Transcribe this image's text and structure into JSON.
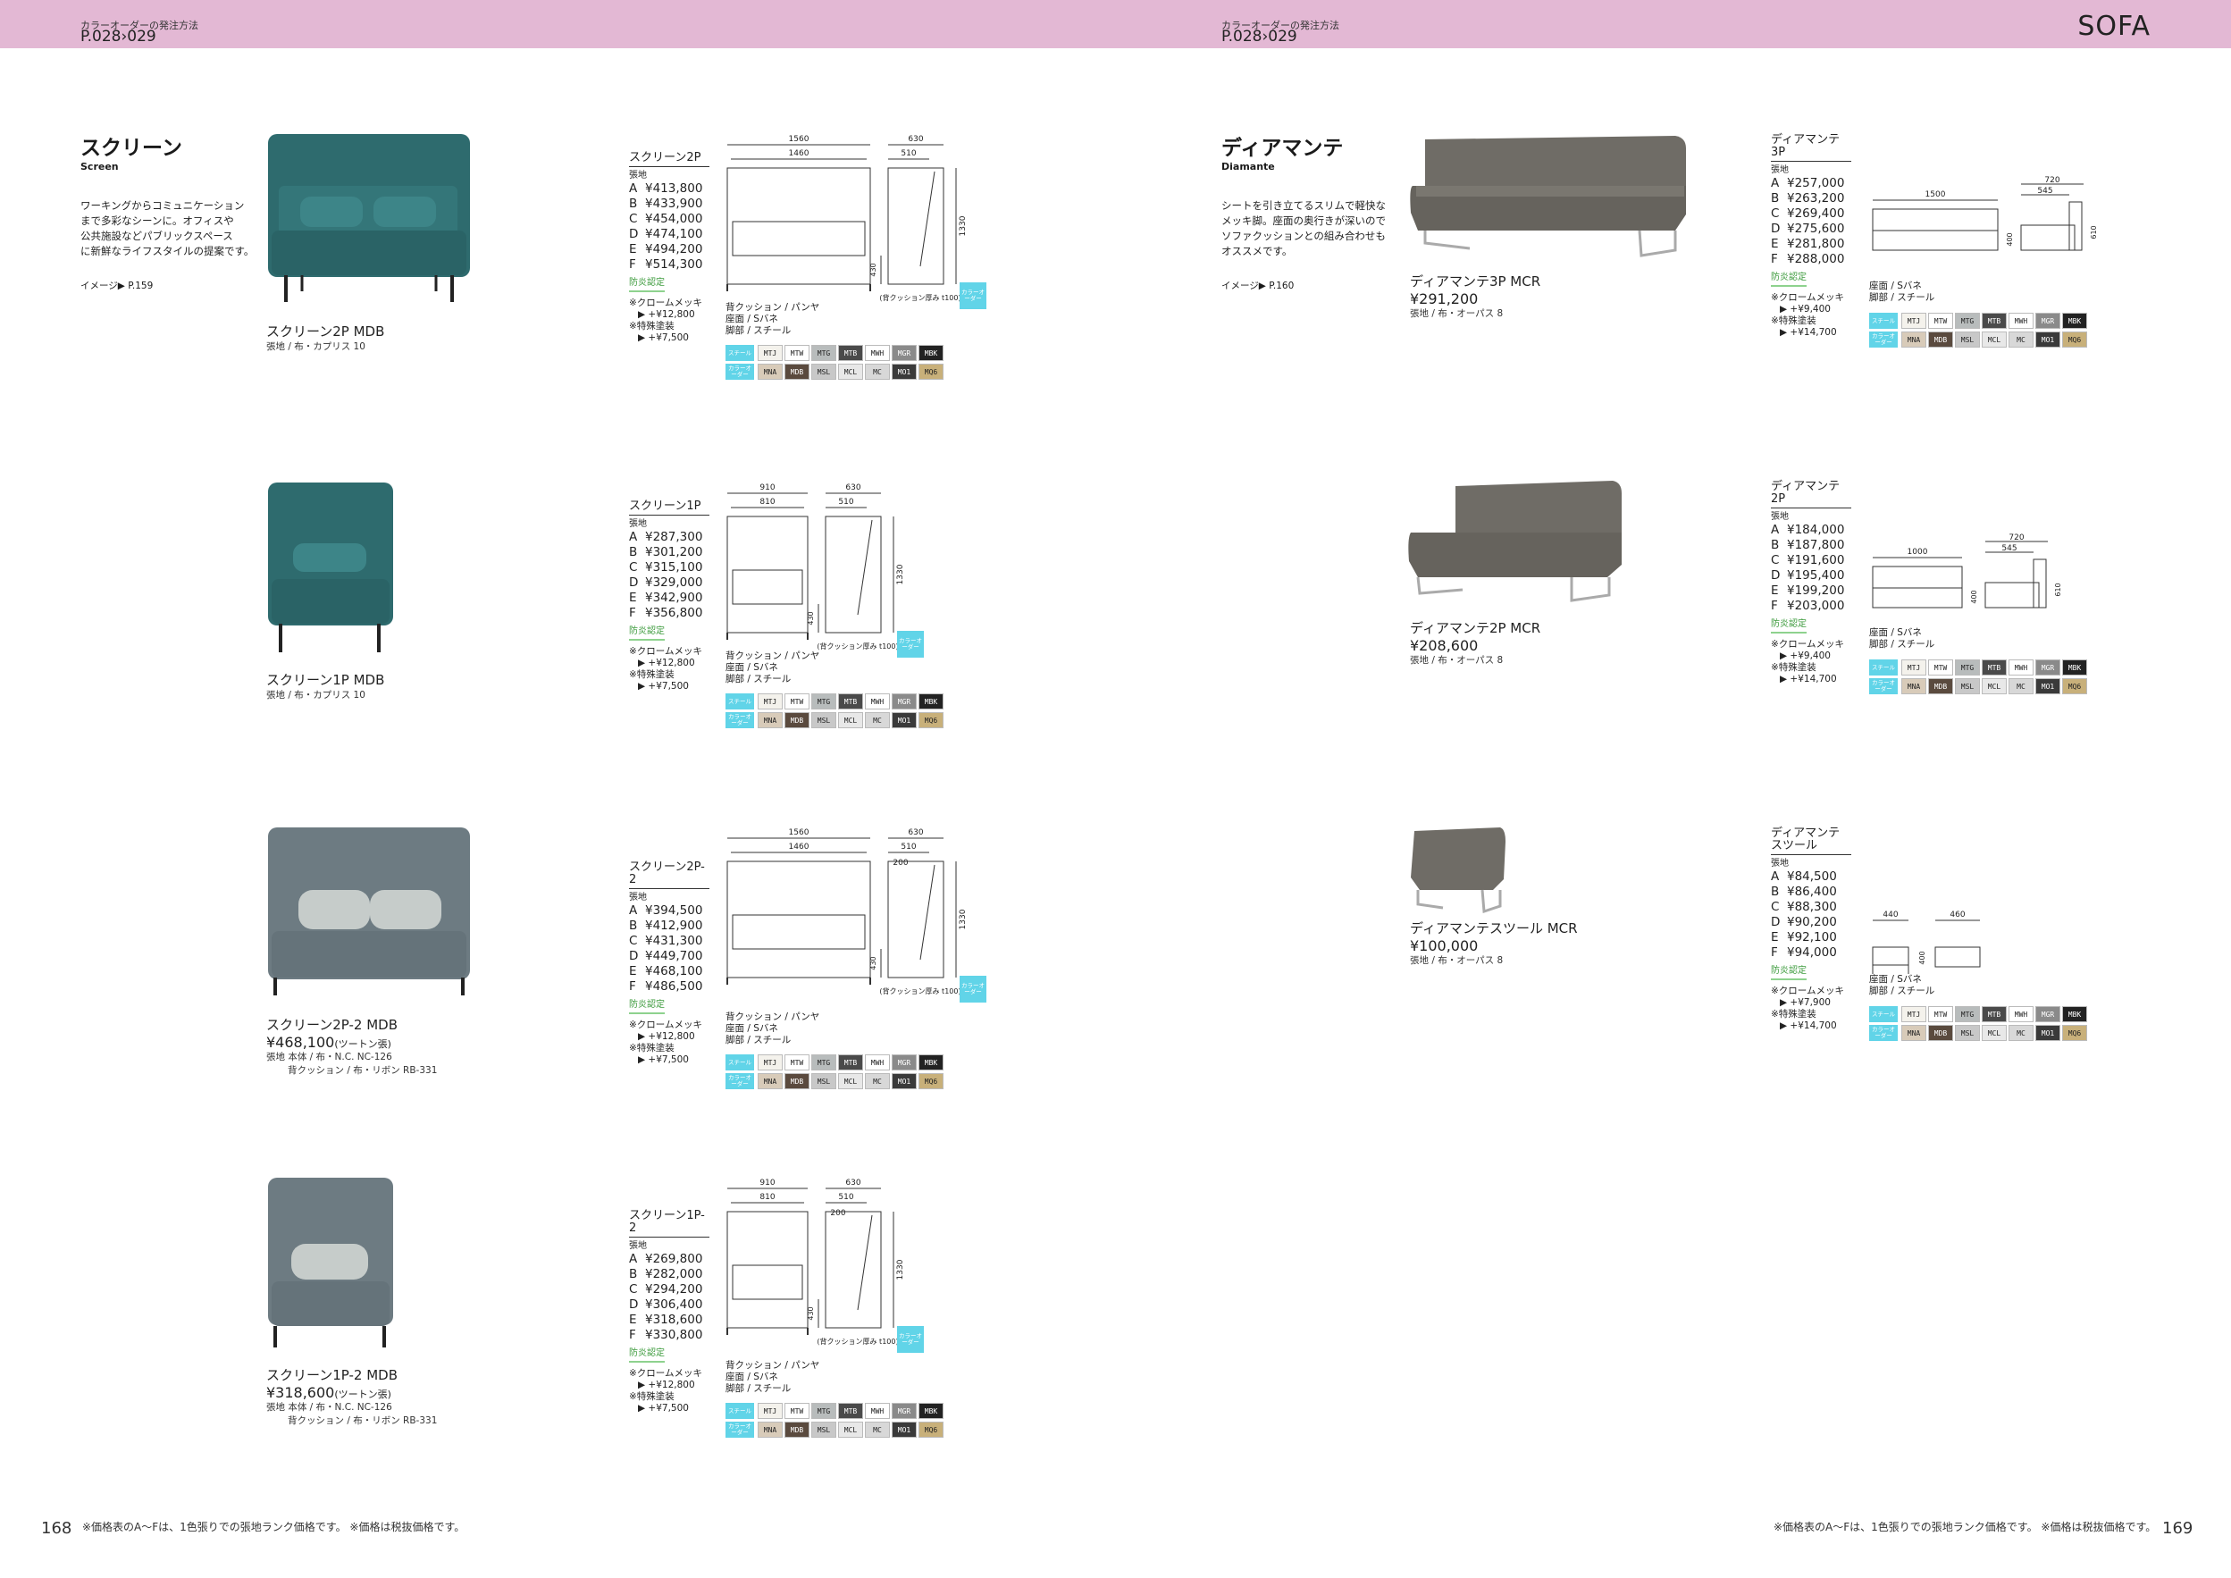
{
  "header": {
    "left": {
      "small": "カラーオーダーの発注方法",
      "pages": "P.028›029"
    },
    "right": {
      "small": "カラーオーダーの発注方法",
      "pages": "P.028›029",
      "category": "SOFA"
    }
  },
  "screen": {
    "title": "スクリーン",
    "subtitle": "Screen",
    "desc": [
      "ワーキングからコミュニケーション",
      "まで多彩なシーンに。オフィスや",
      "公共施設などパブリックスペース",
      "に新鮮なライフスタイルの提案です。"
    ],
    "image_ref": "イメージ▶ P.159"
  },
  "diamante": {
    "title": "ディアマンテ",
    "subtitle": "Diamante",
    "desc": [
      "シートを引き立てるスリムで軽快な",
      "メッキ脚。座面の奥行きが深いので",
      "ソファクッションとの組み合わせも",
      "オススメです。"
    ],
    "image_ref": "イメージ▶ P.160"
  },
  "colors": {
    "header_band": "#e3b8d4",
    "screen_teal": "#2e6b6e",
    "screen_grey": "#6d7b82",
    "diamante_grey": "#6f6c66",
    "swatch_label": "#61d4e8",
    "eco_green": "#3d9b3d"
  },
  "swatch_labels": {
    "row1": "スチール",
    "row2": "カラーオーダー"
  },
  "swatch_codes": {
    "row1": [
      "MTJ",
      "MTW",
      "MTG",
      "MTB",
      "MWH",
      "MGR",
      "MBK"
    ],
    "row2": [
      "MNA",
      "MDB",
      "MSL",
      "MCL",
      "MC",
      "MO1",
      "MQ6"
    ]
  },
  "swatch_colors": {
    "row1": [
      "#f4f2ec",
      "#ffffff",
      "#b8bcbc",
      "#4a4a4a",
      "#ffffff",
      "#8a8a8a",
      "#222222"
    ],
    "row2": [
      "#d8cbb9",
      "#5a4a3e",
      "#c8c8c8",
      "#e8e8e8",
      "#d8d8d8",
      "#3a3a3a",
      "#c8b07a"
    ]
  },
  "grade_letters": [
    "A",
    "B",
    "C",
    "D",
    "E",
    "F"
  ],
  "price_header": "張地",
  "eco_label": "防炎認定",
  "screen_products": [
    {
      "block_title": "スクリーン2P",
      "prices": [
        "¥413,800",
        "¥433,900",
        "¥454,000",
        "¥474,100",
        "¥494,200",
        "¥514,300"
      ],
      "opt1": "※クロームメッキ",
      "opt1v": "▶ +¥12,800",
      "opt2": "※特殊塗装",
      "opt2v": "▶ +¥7,500",
      "spec": [
        "背クッション / パンヤ",
        "座面 / Sバネ",
        "脚部 / スチール"
      ],
      "caption": "スクリーン2P MDB",
      "price": "",
      "material": [
        "張地 / 布・カプリス 10"
      ],
      "dims": {
        "w_outer": "1560",
        "w_inner": "1460",
        "d_outer": "630",
        "d_inner": "510",
        "h": "1330",
        "seat": "430",
        "note": "(背クッション厚み t100)"
      }
    },
    {
      "block_title": "スクリーン1P",
      "prices": [
        "¥287,300",
        "¥301,200",
        "¥315,100",
        "¥329,000",
        "¥342,900",
        "¥356,800"
      ],
      "opt1": "※クロームメッキ",
      "opt1v": "▶ +¥12,800",
      "opt2": "※特殊塗装",
      "opt2v": "▶ +¥7,500",
      "spec": [
        "背クッション / パンヤ",
        "座面 / Sバネ",
        "脚部 / スチール"
      ],
      "caption": "スクリーン1P MDB",
      "price": "",
      "material": [
        "張地 / 布・カプリス 10"
      ],
      "dims": {
        "w_outer": "910",
        "w_inner": "810",
        "d_outer": "630",
        "d_inner": "510",
        "h": "1330",
        "seat": "430",
        "note": "(背クッション厚み t100)"
      }
    },
    {
      "block_title": "スクリーン2P-2",
      "prices": [
        "¥394,500",
        "¥412,900",
        "¥431,300",
        "¥449,700",
        "¥468,100",
        "¥486,500"
      ],
      "opt1": "※クロームメッキ",
      "opt1v": "▶ +¥12,800",
      "opt2": "※特殊塗装",
      "opt2v": "▶ +¥7,500",
      "spec": [
        "背クッション / パンヤ",
        "座面 / Sバネ",
        "脚部 / スチール"
      ],
      "caption": "スクリーン2P-2 MDB",
      "price": "¥468,100",
      "price_note": "(ツートン張)",
      "material": [
        "張地 本体 / 布・N.C. NC-126",
        "背クッション / 布・リボン RB-331"
      ],
      "dims": {
        "w_outer": "1560",
        "w_inner": "1460",
        "d_outer": "630",
        "d_inner": "510",
        "d_mid": "200",
        "h": "1330",
        "seat": "430",
        "note": "(背クッション厚み t100)"
      }
    },
    {
      "block_title": "スクリーン1P-2",
      "prices": [
        "¥269,800",
        "¥282,000",
        "¥294,200",
        "¥306,400",
        "¥318,600",
        "¥330,800"
      ],
      "opt1": "※クロームメッキ",
      "opt1v": "▶ +¥12,800",
      "opt2": "※特殊塗装",
      "opt2v": "▶ +¥7,500",
      "spec": [
        "背クッション / パンヤ",
        "座面 / Sバネ",
        "脚部 / スチール"
      ],
      "caption": "スクリーン1P-2 MDB",
      "price": "¥318,600",
      "price_note": "(ツートン張)",
      "material": [
        "張地 本体 / 布・N.C. NC-126",
        "背クッション / 布・リボン RB-331"
      ],
      "dims": {
        "w_outer": "910",
        "w_inner": "810",
        "d_outer": "630",
        "d_inner": "510",
        "d_mid": "200",
        "h": "1330",
        "seat": "430",
        "note": "(背クッション厚み t100)"
      }
    }
  ],
  "diamante_products": [
    {
      "block_title": "ディアマンテ 3P",
      "prices": [
        "¥257,000",
        "¥263,200",
        "¥269,400",
        "¥275,600",
        "¥281,800",
        "¥288,000"
      ],
      "opt1": "※クロームメッキ",
      "opt1v": "▶ +¥9,400",
      "opt2": "※特殊塗装",
      "opt2v": "▶ +¥14,700",
      "spec": [
        "座面 / Sバネ",
        "脚部 / スチール"
      ],
      "caption": "ディアマンテ3P MCR",
      "price": "¥291,200",
      "material": [
        "張地 / 布・オーパス 8"
      ],
      "dims": {
        "w": "1500",
        "d_outer": "720",
        "d_inner": "545",
        "h": "610",
        "seat": "400"
      }
    },
    {
      "block_title": "ディアマンテ 2P",
      "prices": [
        "¥184,000",
        "¥187,800",
        "¥191,600",
        "¥195,400",
        "¥199,200",
        "¥203,000"
      ],
      "opt1": "※クロームメッキ",
      "opt1v": "▶ +¥9,400",
      "opt2": "※特殊塗装",
      "opt2v": "▶ +¥14,700",
      "spec": [
        "座面 / Sバネ",
        "脚部 / スチール"
      ],
      "caption": "ディアマンテ2P MCR",
      "price": "¥208,600",
      "material": [
        "張地 / 布・オーパス 8"
      ],
      "dims": {
        "w": "1000",
        "d_outer": "720",
        "d_inner": "545",
        "h": "610",
        "seat": "400"
      }
    },
    {
      "block_title": "ディアマンテ スツール",
      "prices": [
        "¥84,500",
        "¥86,400",
        "¥88,300",
        "¥90,200",
        "¥92,100",
        "¥94,000"
      ],
      "opt1": "※クロームメッキ",
      "opt1v": "▶ +¥7,900",
      "opt2": "※特殊塗装",
      "opt2v": "▶ +¥14,700",
      "spec": [
        "座面 / Sバネ",
        "脚部 / スチール"
      ],
      "caption": "ディアマンテスツール MCR",
      "price": "¥100,000",
      "material": [
        "張地 / 布・オーパス 8"
      ],
      "dims": {
        "w": "440",
        "d": "460",
        "seat": "400"
      }
    }
  ],
  "footer": {
    "left_note": "※価格表のA〜Fは、1色張りでの張地ランク価格です。 ※価格は税抜価格です。",
    "right_note": "※価格表のA〜Fは、1色張りでの張地ランク価格です。 ※価格は税抜価格です。",
    "left_page": "168",
    "right_page": "169"
  }
}
